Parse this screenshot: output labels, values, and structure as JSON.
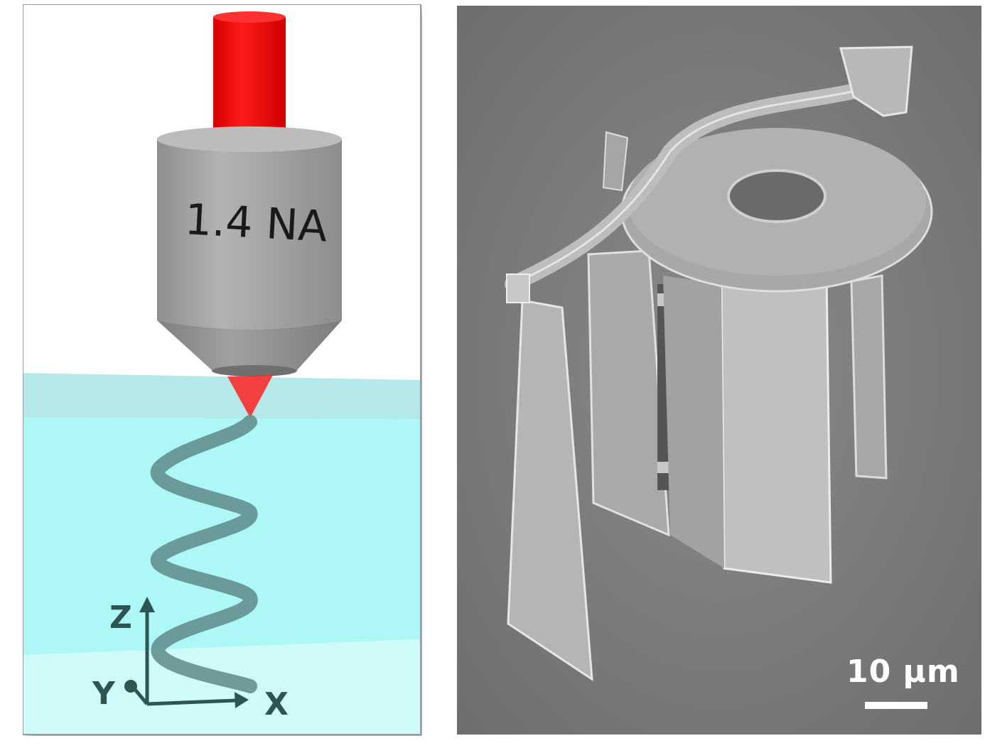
{
  "left_panel": {
    "objective_label": "1.4 NA",
    "axes": {
      "z": "Z",
      "y": "Y",
      "x": "X"
    },
    "colors": {
      "laser": "#ff0000",
      "objective": "#a3a3a3",
      "resin": "#adf7f7",
      "helix": "#5f8a89"
    }
  },
  "right_panel": {
    "scale_bar": "10 μm"
  }
}
